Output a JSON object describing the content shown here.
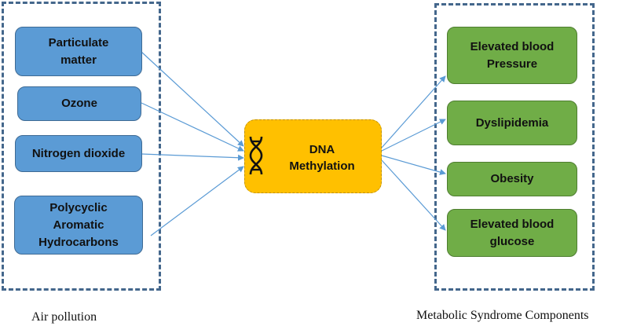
{
  "left_group": {
    "caption": "Air pollution",
    "items": [
      "Particulate\nmatter",
      "Ozone",
      "Nitrogen dioxide",
      "Polycyclic\nAromatic\nHydrocarbons"
    ]
  },
  "center": {
    "label": "DNA\nMethylation",
    "icon": "dna-icon"
  },
  "right_group": {
    "caption": "Metabolic Syndrome Components",
    "items": [
      "Elevated blood\nPressure",
      "Dyslipidemia",
      "Obesity",
      "Elevated blood\nglucose"
    ]
  },
  "colors": {
    "exposure_box": "#5b9bd5",
    "outcome_box": "#70ad47",
    "center_box": "#ffc000",
    "dashed_frame": "#44678c",
    "arrow": "#5b9bd5"
  }
}
